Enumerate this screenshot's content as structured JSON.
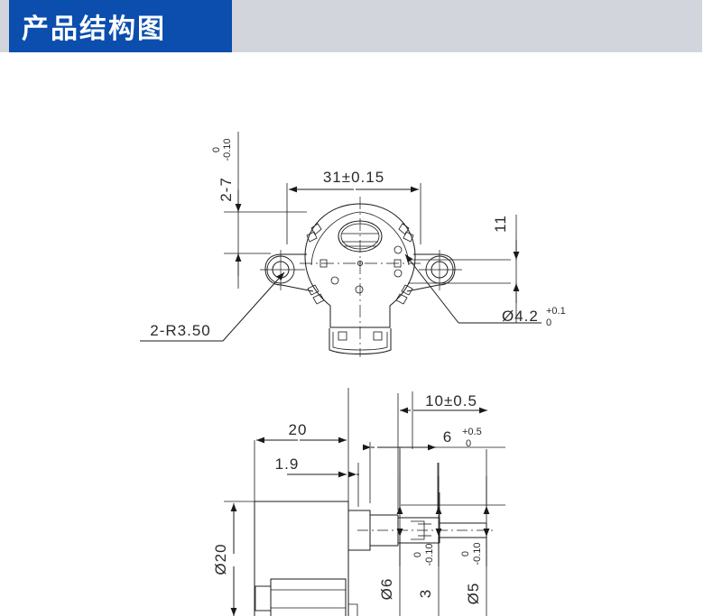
{
  "header": {
    "title": "产品结构图",
    "title_bg_color": "#0b4ead",
    "band_bg_color": "#d2d6dc"
  },
  "drawing": {
    "line_color": "#1a1a1a",
    "views": [
      {
        "name": "top-view",
        "description": "stepper motor top view with two mounting ears"
      },
      {
        "name": "side-view",
        "description": "stepper motor side view with gear shaft"
      }
    ],
    "dimensions": {
      "top_view": {
        "width_label": "31±0.15",
        "ear_thickness_label": "2-7",
        "ear_thickness_tol_upper": "0",
        "ear_thickness_tol_lower": "-0.10",
        "radius_label": "2-R3.50",
        "hole_dia_label": "Ø4.2",
        "hole_dia_tol_upper": "+0.1",
        "hole_dia_tol_lower": "0",
        "ear_height_label": "11"
      },
      "side_view": {
        "body_dia_label": "Ø20",
        "len_20_label": "20",
        "len_19_label": "1.9",
        "shaft_len_label": "10±0.5",
        "shaft_step_label": "6",
        "shaft_step_tol_upper": "+0.5",
        "shaft_step_tol_lower": "0",
        "shaft_dia6_label": "Ø6",
        "shaft_3_label": "3",
        "shaft_3_tol_upper": "0",
        "shaft_3_tol_lower": "-0.10",
        "shaft_dia5_label": "Ø5",
        "shaft_dia5_tol_upper": "0",
        "shaft_dia5_tol_lower": "-0.10"
      }
    }
  }
}
